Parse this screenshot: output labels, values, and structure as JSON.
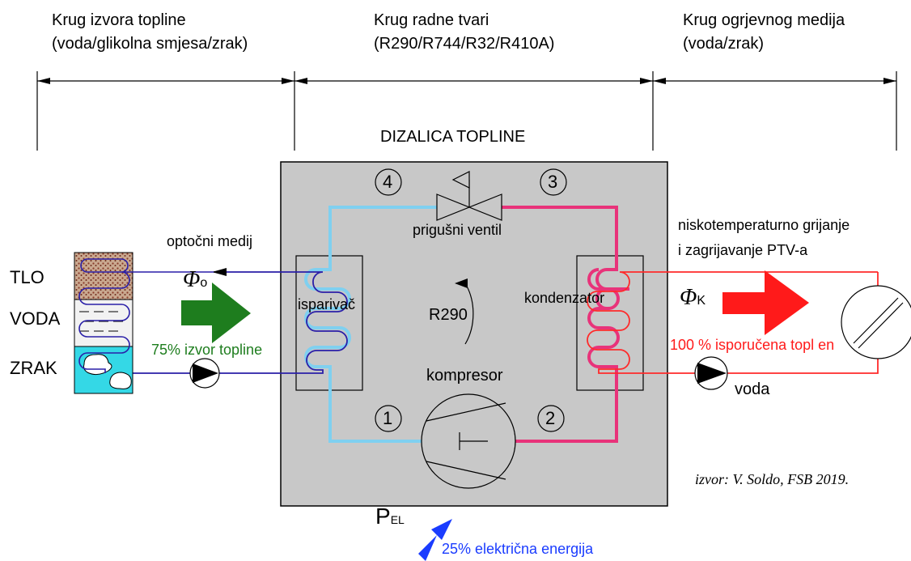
{
  "sections": {
    "source": {
      "line1": "Krug izvora topline",
      "line2": "(voda/glikolna smjesa/zrak)"
    },
    "refrigerant": {
      "line1": "Krug radne tvari",
      "line2": "(R290/R744/R32/R410A)"
    },
    "heating": {
      "line1": "Krug ogrjevnog medija",
      "line2": "(voda/zrak)"
    }
  },
  "heat_pump_title": "DIZALICA TOPLINE",
  "states": [
    "1",
    "2",
    "3",
    "4"
  ],
  "components": {
    "valve": "prigušni ventil",
    "evaporator": "isparivač",
    "condenser": "kondenzator",
    "compressor": "kompresor",
    "refrigerant": "R290"
  },
  "labels": {
    "circulating_medium": "optočni medij",
    "heating_line1": "niskotemperaturno grijanje",
    "heating_line2": "i zagrijavanje PTV-a",
    "source_tlo": "TLO",
    "source_voda": "VODA",
    "source_zrak": "ZRAK",
    "phi_o_symbol": "Φ",
    "phi_o_sub": "o",
    "phi_k_symbol": "Φ",
    "phi_k_sub": "K",
    "source_share": "75% izvor topline",
    "delivered_share": "100 % isporučena topl en",
    "water": "voda",
    "p_el_main": "P",
    "p_el_sub": "EL",
    "electric_share": "25% električna energija",
    "credit": "izvor: V. Soldo, FSB 2019."
  },
  "colors": {
    "cold_line": "#7fd0f0",
    "hot_line": "#e8337a",
    "source_loop": "#2a1fa8",
    "heating_loop": "#ff2a2a",
    "green_arrow": "#1e7d1e",
    "red_arrow": "#ff1a1a",
    "blue_arrow": "#1a3cff",
    "box_fill": "#c8c8c8"
  }
}
